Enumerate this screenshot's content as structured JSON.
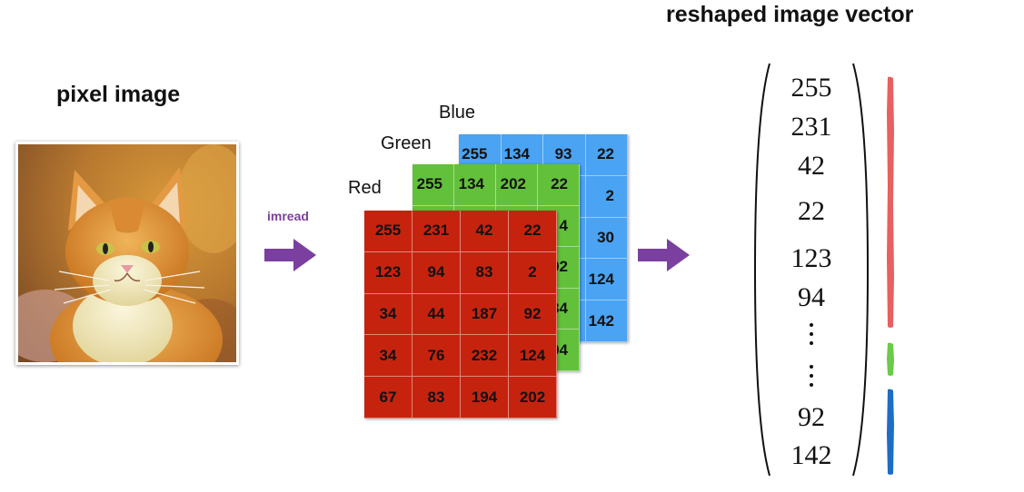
{
  "pixel_image": {
    "title": "pixel image"
  },
  "imread": {
    "label": "imread",
    "color": "#7b3fa0"
  },
  "arrow_color": "#7b3fa0",
  "channels": {
    "blue": {
      "label": "Blue",
      "color": "#4aa3f3",
      "rows": [
        [
          "255",
          "134",
          "93",
          "22"
        ],
        [
          "",
          "",
          "",
          "2"
        ],
        [
          "",
          "",
          "",
          "30"
        ],
        [
          "",
          "",
          "",
          "124"
        ],
        [
          "",
          "",
          "",
          "142"
        ]
      ]
    },
    "green": {
      "label": "Green",
      "color": "#63c03a",
      "rows": [
        [
          "255",
          "134",
          "202",
          "22"
        ],
        [
          "",
          "",
          "",
          "4"
        ],
        [
          "",
          "",
          "",
          "92"
        ],
        [
          "",
          "",
          "",
          "34"
        ],
        [
          "",
          "",
          "",
          "94"
        ]
      ]
    },
    "red": {
      "label": "Red",
      "color": "#c6230f",
      "rows": [
        [
          "255",
          "231",
          "42",
          "22"
        ],
        [
          "123",
          "94",
          "83",
          "2"
        ],
        [
          "34",
          "44",
          "187",
          "92"
        ],
        [
          "34",
          "76",
          "232",
          "124"
        ],
        [
          "67",
          "83",
          "194",
          "202"
        ]
      ]
    }
  },
  "vector": {
    "title": "reshaped image vector",
    "entries_top": [
      "255",
      "231",
      "42",
      "22",
      "123",
      "94"
    ],
    "entries_bottom": [
      "92",
      "142"
    ],
    "segment_colors": {
      "red": "#e8605f",
      "green": "#6cc94a",
      "blue": "#1f6cc4"
    }
  }
}
